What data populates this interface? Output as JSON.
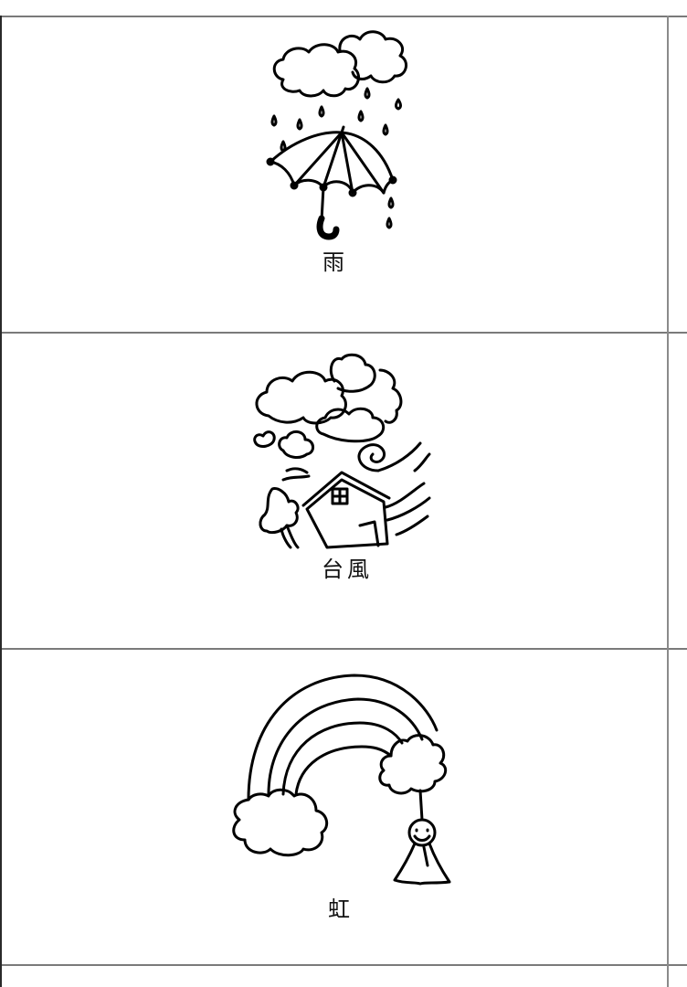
{
  "cards": [
    {
      "label": "雨",
      "illustration": "rain-umbrella-illustration"
    },
    {
      "label": "台風",
      "illustration": "typhoon-house-illustration"
    },
    {
      "label": "虹",
      "illustration": "rainbow-teruteru-illustration"
    }
  ],
  "colors": {
    "line": "#7a7a7a",
    "ink": "#000000",
    "background": "#ffffff"
  }
}
